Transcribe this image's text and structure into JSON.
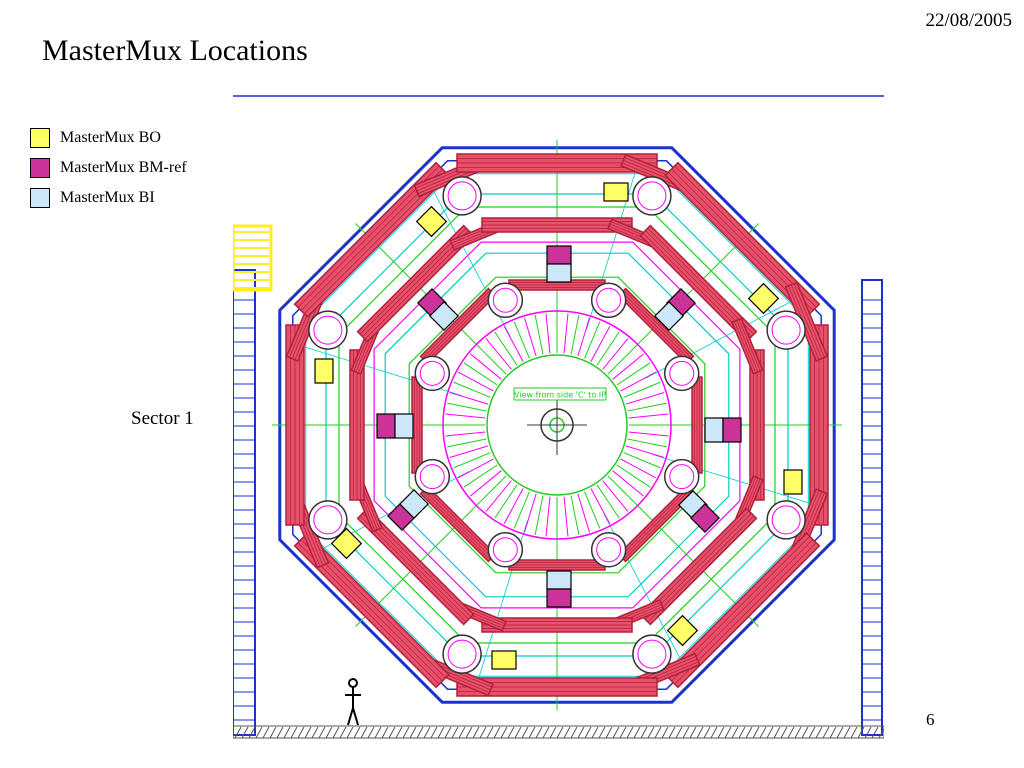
{
  "header": {
    "date": "22/08/2005",
    "title": "MasterMux Locations"
  },
  "legend": {
    "items": [
      {
        "label": "MasterMux BO",
        "color": "#ffff66"
      },
      {
        "label": "MasterMux BM-ref",
        "color": "#cc3399"
      },
      {
        "label": "MasterMux BI",
        "color": "#cce8f8"
      }
    ]
  },
  "sector_label": "Sector 1",
  "diagram": {
    "view_label": "View from side 'C' to IP",
    "colors": {
      "chamber_fill": "#e8506a",
      "chamber_dark": "#b0203c",
      "support_structure": "#1a33cc",
      "field_lines_cyan": "#00cccc",
      "field_lines_green": "#22cc22",
      "field_lines_magenta": "#ff00ff",
      "calorimeter_yellow": "#ffee22",
      "ground_hatch": "#555555"
    }
  },
  "footer": {
    "page_number": "6"
  }
}
